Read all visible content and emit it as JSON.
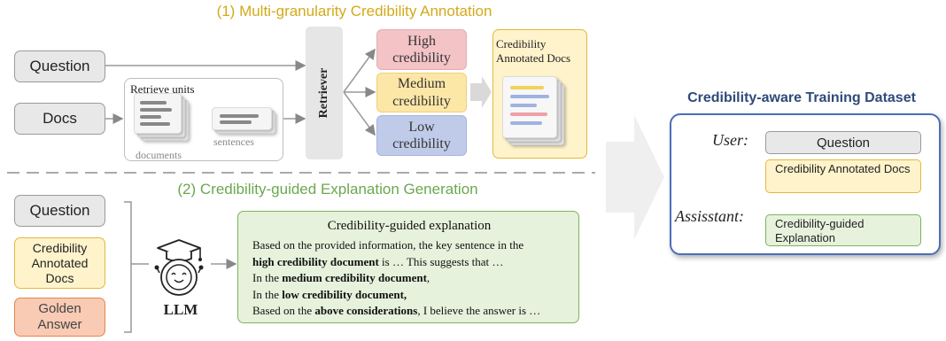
{
  "section1_title": "(1) Multi-granularity Credibility Annotation",
  "section2_title": "(2) Credibility-guided Explanation Generation",
  "question_label": "Question",
  "docs_label": "Docs",
  "retrieve_units_label": "Retrieve units",
  "documents_label": "documents",
  "sentences_label": "sentences",
  "retriever_label": "Retriever",
  "high_label": "High credibility",
  "medium_label": "Medium credibility",
  "low_label": "Low credibility",
  "annotated_docs_label": "Credibility Annotated Docs",
  "cred_annotated_docs_label": "Credibility Annotated Docs",
  "golden_answer_label": "Golden Answer",
  "llm_label": "LLM",
  "explanation": {
    "title": "Credibility-guided explanation",
    "lines": [
      {
        "pre": "Based on the provided information, the key sentence in the",
        "bold": "",
        "post": ""
      },
      {
        "pre": "",
        "bold": "high credibility document",
        "post": " is … This suggests that …"
      },
      {
        "pre": "In the ",
        "bold": "medium credibility document",
        "post": ","
      },
      {
        "pre": "In the ",
        "bold": "low credibility document,",
        "post": ""
      },
      {
        "pre": "Based on the ",
        "bold": "above considerations",
        "post": ", I believe the answer is …"
      }
    ]
  },
  "dataset": {
    "title": "Credibility-aware Training Dataset",
    "user_label": "User:",
    "assistant_label": "Assisstant:",
    "question_label": "Question",
    "annotated_docs_label": "Credibility Annotated Docs",
    "explanation_label": "Credibility-guided Explanation"
  },
  "colors": {
    "high": "#f3c3c6",
    "medium": "#fde7a6",
    "low": "#bfcbe8",
    "section1": "#d4a91a",
    "section2": "#6aa84f",
    "dataset_title": "#2f4a7a"
  }
}
